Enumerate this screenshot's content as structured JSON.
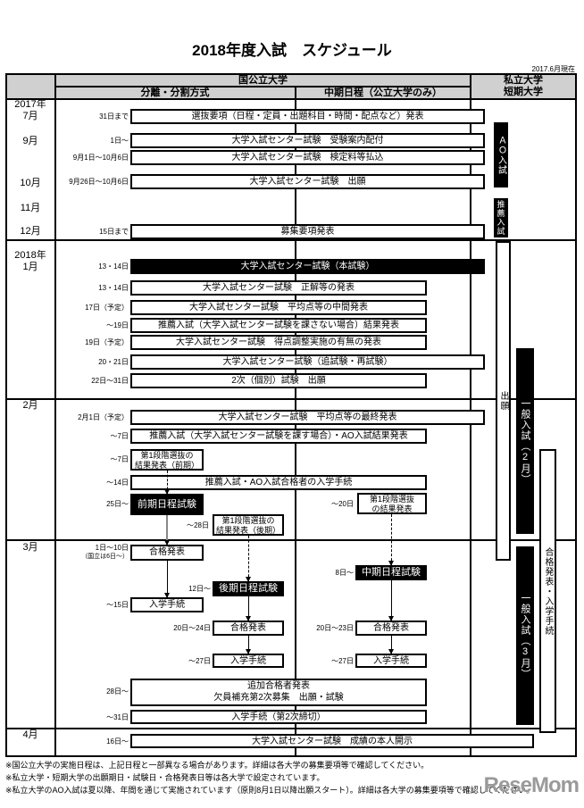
{
  "title": "2018年度入試　スケジュール",
  "as_of": "2017.6月現在",
  "header": {
    "national_public": "国公立大学",
    "split": "分離・分割方式",
    "mid_term": "中期日程（公立大学のみ）",
    "private_line1": "私立大学",
    "private_line2": "短期大学"
  },
  "months": {
    "y2017": "2017年",
    "jul": "7月",
    "sep": "9月",
    "oct": "10月",
    "nov": "11月",
    "dec": "12月",
    "y2018": "2018年",
    "jan": "1月",
    "feb": "2月",
    "mar": "3月",
    "apr": "4月"
  },
  "events": [
    {
      "date": "31日まで",
      "label": "選抜要項（日程・定員・出題科目・時間・配点など）発表"
    },
    {
      "date": "1日～",
      "label": "大学入試センター試験　受験案内配付"
    },
    {
      "date": "9月1日～10月6日",
      "label": "大学入試センター試験　検定料等払込"
    },
    {
      "date": "9月26日～10月6日",
      "label": "大学入試センター試験　出願"
    },
    {
      "date": "15日まで",
      "label": "募集要項発表"
    },
    {
      "date": "13・14日",
      "label": "大学入試センター試験（本試験）"
    },
    {
      "date": "13・14日",
      "label": "大学入試センター試験　正解等の発表"
    },
    {
      "date": "17日（予定）",
      "label": "大学入試センター試験　平均点等の中間発表"
    },
    {
      "date": "～19日",
      "label": "推薦入試（大学入試センター試験を課さない場合）結果発表"
    },
    {
      "date": "19日（予定）",
      "label": "大学入試センター試験　得点調整実施の有無の発表"
    },
    {
      "date": "20・21日",
      "label": "大学入試センター試験（追試験・再試験）"
    },
    {
      "date": "22日～31日",
      "label": "2次（個別）試験　出願"
    },
    {
      "date": "2月1日（予定）",
      "label": "大学入試センター試験　平均点等の最終発表"
    },
    {
      "date": "～7日",
      "label": "推薦入試（大学入試センター試験を課す場合）・AO入試結果発表"
    },
    {
      "date": "～7日",
      "label1": "第1段階選抜の",
      "label2": "結果発表（前期）"
    },
    {
      "date": "～14日",
      "label": "推薦入試・AO入試合格者の入学手続"
    },
    {
      "date": "25日～",
      "label": "前期日程試験"
    },
    {
      "date": "～28日",
      "label1": "第1段階選抜の",
      "label2": "結果発表（後期）"
    },
    {
      "date": "～20日",
      "label1": "第1段階選抜",
      "label2": "の結果発表"
    },
    {
      "date": "1日～10日",
      "date2": "（国立は6日～）",
      "label": "合格発表"
    },
    {
      "date": "8日～",
      "label": "中期日程試験"
    },
    {
      "date": "12日～",
      "label": "後期日程試験"
    },
    {
      "date": "～15日",
      "label": "入学手続"
    },
    {
      "date": "20日～24日",
      "label": "合格発表"
    },
    {
      "date": "20日～23日",
      "label": "合格発表"
    },
    {
      "date": "～27日",
      "label": "入学手続"
    },
    {
      "date": "～27日",
      "label": "入学手続"
    },
    {
      "date": "28日～",
      "label1": "追加合格者発表",
      "label2": "欠員補充第2次募集　出願・試験"
    },
    {
      "date": "～31日",
      "label": "入学手続（第2次締切）"
    },
    {
      "date": "16日～",
      "label": "大学入試センター試験　成績の本人開示"
    }
  ],
  "private": {
    "ao": "ＡＯ入試",
    "suisen": "推薦入試",
    "shutsugan": "出願",
    "ippan_feb": "一般入試（2月）",
    "goukaku": "合格発表・入学手続",
    "ippan_mar": "一般入試（3月）"
  },
  "notes": [
    "※国公立大学の実施日程は、上記日程と一部異なる場合があります。詳細は各大学の募集要項等で確認してください。",
    "※私立大学・短期大学の出願期日・試験日・合格発表日等は各大学で設定されています。",
    "※私立大学のAO入試は夏以降、年間を通じて実施されています（原則8月1日以降出願スタート）。詳細は各大学の募集要項等で確認してください。"
  ],
  "watermark": "ReseMom"
}
